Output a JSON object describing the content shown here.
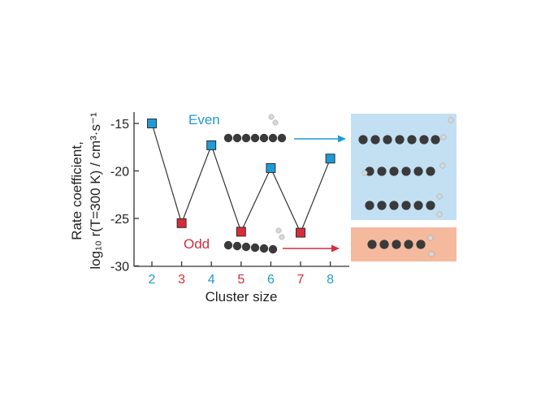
{
  "chart_data": {
    "type": "line",
    "title": "",
    "xlabel": "Cluster size",
    "ylabel_line1": "Rate coefficient,",
    "ylabel_line2": "log₁₀ r(T=300 K) / cm³·s⁻¹",
    "x": [
      2,
      3,
      4,
      5,
      6,
      7,
      8
    ],
    "x_tick_labels": [
      "2",
      "3",
      "4",
      "5",
      "6",
      "7",
      "8"
    ],
    "values": [
      -15.0,
      -25.5,
      -17.3,
      -26.4,
      -19.7,
      -26.5,
      -18.7
    ],
    "parity": [
      "even",
      "odd",
      "even",
      "odd",
      "even",
      "odd",
      "even"
    ],
    "ylim": [
      -30,
      -14
    ],
    "y_ticks": [
      -15,
      -20,
      -25,
      -30
    ],
    "y_tick_labels": [
      "-15",
      "-20",
      "-25",
      "-30"
    ],
    "grid": false,
    "annotations": {
      "even": "Even",
      "odd": "Odd"
    },
    "colors": {
      "even": "#1f9ad6",
      "odd": "#d62d3a",
      "line": "#333333",
      "even_panel": "#c3e0f2",
      "odd_panel": "#f5b99e",
      "atom_carbon": "#3a3a3a",
      "atom_hydrogen": "#d8d8d8"
    }
  }
}
